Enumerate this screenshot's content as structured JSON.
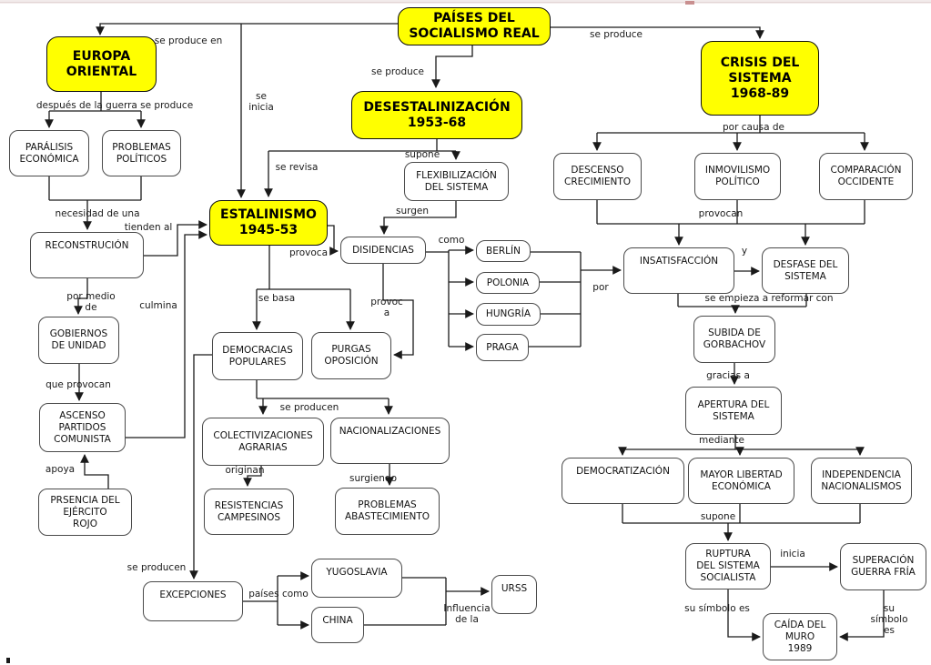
{
  "colors": {
    "concept_highlight_fill": "#FFFF00",
    "concept_highlight_border": "#000000",
    "concept_fill": "#FFFFFF",
    "concept_border": "#4A4A4A",
    "connector_line": "#1A1A1A",
    "background": "#FFFFFF",
    "top_strip": "#F2EBEB"
  },
  "nodes": {
    "paises": "PAÍSES DEL\nSOCIALISMO REAL",
    "europa": "EUROPA\nORIENTAL",
    "desestalinizacion": "DESESTALINIZACIÓN\n1953-68",
    "crisis": "CRISIS DEL\nSISTEMA\n1968-89",
    "estalinismo": "ESTALINISMO\n1945-53",
    "paralisis": "PARÁLISIS\nECONÓMICA",
    "problemas_politicos": "PROBLEMAS\nPOLÍTICOS",
    "reconstrucion": "RECONSTRUCIÓN",
    "gobiernos": "GOBIERNOS\nDE UNIDAD",
    "ascenso": "ASCENSO\nPARTIDOS\nCOMUNISTA",
    "prsencia": "PRSENCIA DEL\nEJÉRCITO\nROJO",
    "flexibilizacion": "FLEXIBILIZACIÓN\nDEL SISTEMA",
    "disidencias": "DISIDENCIAS",
    "berlin": "BERLÍN",
    "polonia": "POLONIA",
    "hungria": "HUNGRÍA",
    "praga": "PRAGA",
    "democracias": "DEMOCRACIAS\nPOPULARES",
    "purgas": "PURGAS\nOPOSICIÓN",
    "colectivizaciones": "COLECTIVIZACIONES\nAGRARIAS",
    "nacionalizaciones": "NACIONALIZACIONES",
    "resistencias": "RESISTENCIAS\nCAMPESINOS",
    "problemas_abastecimiento": "PROBLEMAS\nABASTECIMIENTO",
    "excepciones": "EXCEPCIONES",
    "yugoslavia": "YUGOSLAVIA",
    "china": "CHINA",
    "urss": "URSS",
    "descenso": "DESCENSO\nCRECIMIENTO",
    "inmovilismo": "INMOVILISMO\nPOLÍTICO",
    "comparacion": "COMPARACIÓN\nOCCIDENTE",
    "insatisfaccion": "INSATISFACCIÓN",
    "desfase": "DESFASE DEL\nSISTEMA",
    "subida": "SUBIDA DE\nGORBACHOV",
    "apertura": "APERTURA DEL\nSISTEMA",
    "democratizacion": "DEMOCRATIZACIÓN",
    "mayor_libertad": "MAYOR LIBERTAD\nECONÓMICA",
    "independencia": "INDEPENDENCIA\nNACIONALISMOS",
    "ruptura": "RUPTURA\nDEL SISTEMA\nSOCIALISTA",
    "superacion": "SUPERACIÓN\nGUERRA FRÍA",
    "caida": "CAÍDA DEL\nMURO\n1989"
  },
  "labels": {
    "se_produce_en": "se produce en",
    "se_produce_centro": "se produce",
    "se_produce_derecha": "se produce",
    "despues_guerra": "después de la guerra se produce",
    "se_inicia": "se\ninicia",
    "se_revisa": "se revisa",
    "supone_centro": "supone",
    "surgen": "surgen",
    "como": "como",
    "provoca": "provoca",
    "necesidad": "necesidad de una",
    "tienden_al": "tienden al",
    "por_medio_de": "por medio\nde",
    "culmina": "culmina",
    "se_basa": "se basa",
    "provoc_a": "provoc\na",
    "que_provocan": "que provocan",
    "se_producen_centro": "se producen",
    "apoya": "apoya",
    "originan": "originan",
    "surgiendo": "surgiendo",
    "se_producen_abajo": "se producen",
    "paises_como": "países como",
    "influencia_de_la": "Influencia\nde la",
    "por_causa_de": "por causa de",
    "provocan": "provocan",
    "y": "y",
    "por": "por",
    "se_empieza": "se empieza a reformar con",
    "gracias_a": "gracias a",
    "mediante": "mediante",
    "supone_abajo": "supone",
    "inicia": "inicia",
    "su_simbolo_izq": "su símbolo es",
    "su_simbolo_der": "su símbolo es"
  }
}
